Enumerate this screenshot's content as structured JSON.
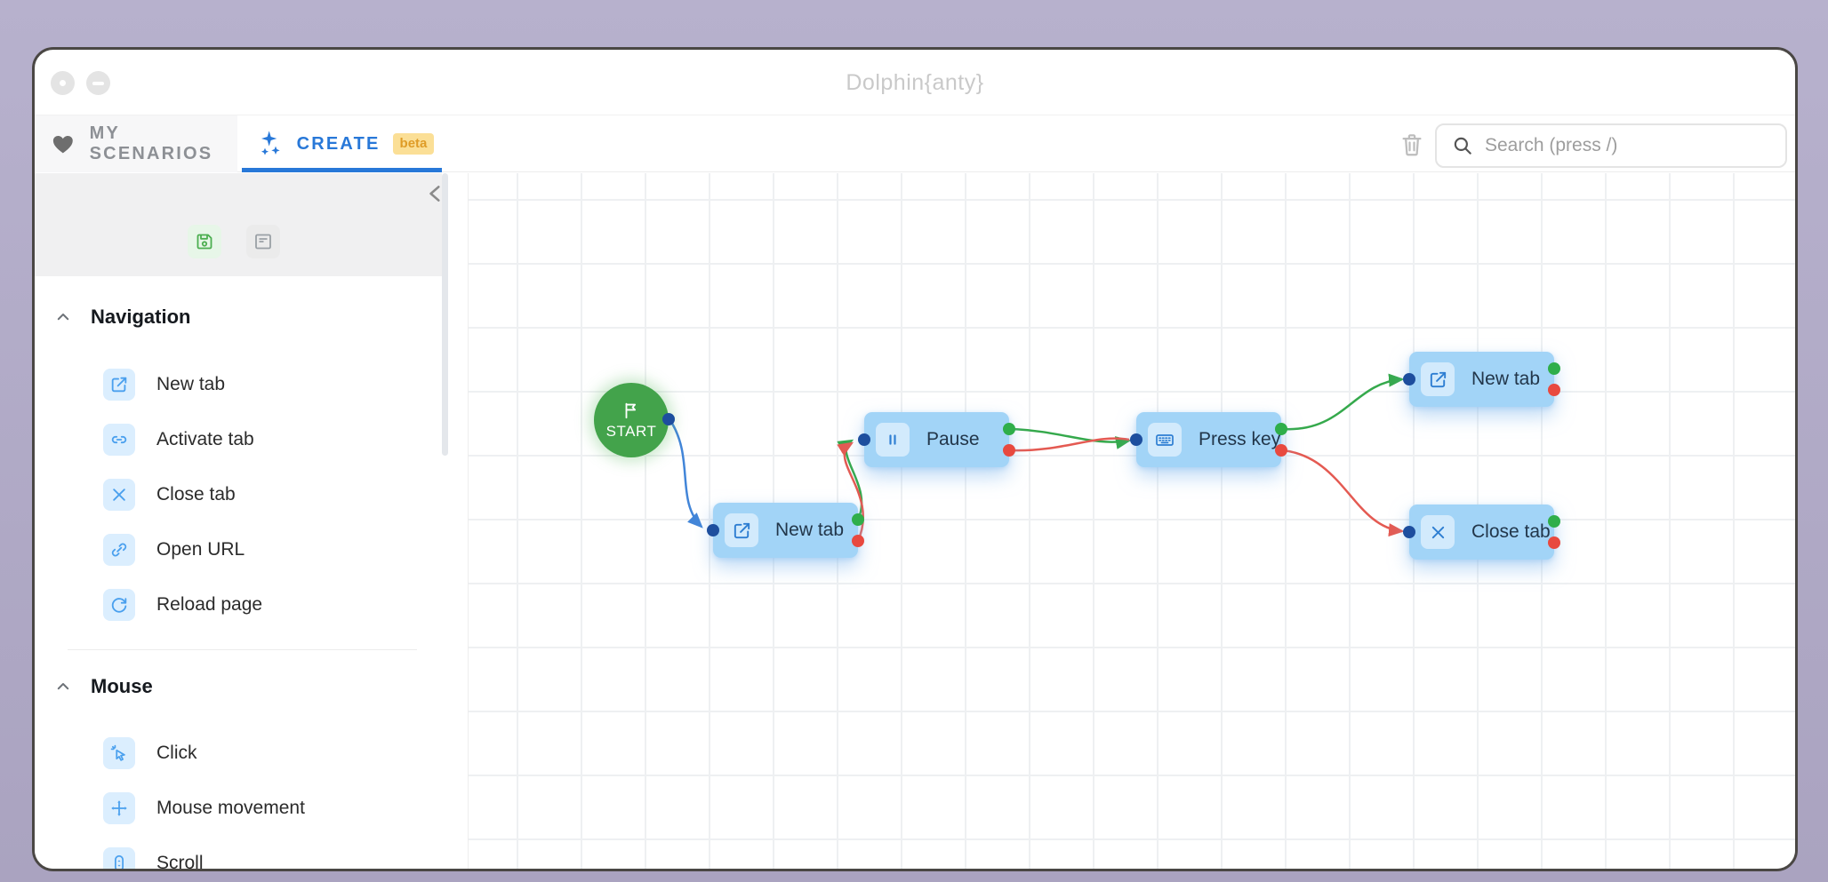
{
  "window": {
    "title": "Dolphin{anty}"
  },
  "tabs": {
    "my_scenarios": {
      "label": "MY SCENARIOS"
    },
    "create": {
      "label": "CREATE",
      "badge": "beta"
    }
  },
  "toolbar": {
    "search_placeholder": "Search (press /)"
  },
  "sidebar": {
    "sections": [
      {
        "title": "Navigation",
        "items": [
          {
            "label": "New tab",
            "icon": "new-tab-icon"
          },
          {
            "label": "Activate tab",
            "icon": "activate-tab-icon"
          },
          {
            "label": "Close tab",
            "icon": "close-tab-icon"
          },
          {
            "label": "Open URL",
            "icon": "open-url-icon"
          },
          {
            "label": "Reload page",
            "icon": "reload-icon"
          }
        ]
      },
      {
        "title": "Mouse",
        "items": [
          {
            "label": "Click",
            "icon": "click-icon"
          },
          {
            "label": "Mouse movement",
            "icon": "mouse-move-icon"
          },
          {
            "label": "Scroll",
            "icon": "scroll-icon"
          }
        ]
      }
    ]
  },
  "canvas": {
    "start": {
      "label": "START",
      "icon": "flag-icon"
    },
    "nodes": [
      {
        "label": "New tab",
        "icon": "new-tab-icon"
      },
      {
        "label": "Pause",
        "icon": "pause-icon"
      },
      {
        "label": "Press key",
        "icon": "keyboard-icon"
      },
      {
        "label": "New tab",
        "icon": "new-tab-icon"
      },
      {
        "label": "Close tab",
        "icon": "close-tab-icon"
      }
    ],
    "edges": [
      {
        "from": "start",
        "to": "new-tab-1",
        "color": "blue"
      },
      {
        "from": "new-tab-1-success",
        "to": "pause",
        "color": "green"
      },
      {
        "from": "new-tab-1-error",
        "to": "pause",
        "color": "red"
      },
      {
        "from": "pause-success",
        "to": "press-key",
        "color": "green"
      },
      {
        "from": "pause-error",
        "to": "press-key",
        "color": "red"
      },
      {
        "from": "press-key-success",
        "to": "new-tab-2",
        "color": "green"
      },
      {
        "from": "press-key-error",
        "to": "close-tab",
        "color": "red"
      }
    ]
  },
  "icons": {
    "heart-icon": "♥",
    "sparkles-icon": "✦",
    "search-icon": "⌕",
    "trash-icon": "🗑",
    "save-icon": "💾",
    "reader-icon": "▤",
    "collapse-left-icon": "‹",
    "section-caret-icon": "ᐱ",
    "new-tab-icon": "↗",
    "activate-tab-icon": "🔗",
    "close-tab-icon": "✕",
    "open-url-icon": "🔗",
    "reload-icon": "↻",
    "click-icon": "🖱",
    "mouse-move-icon": "✥",
    "scroll-icon": "🖱",
    "flag-icon": "⚑",
    "pause-icon": "❚❚",
    "keyboard-icon": "⌨",
    "window-dot-icon": "•",
    "window-minimize-icon": "—"
  },
  "colors": {
    "accent_blue": "#2878d8",
    "node_blue": "#a2d4f7",
    "start_green": "#43a34b",
    "port_green": "#2fae4a",
    "port_red": "#e8493f",
    "port_blue": "#1d4e9e",
    "edge_blue": "#4285d8",
    "edge_green": "#35a94c",
    "edge_red": "#e45a52",
    "beta_bg": "#fbdf96",
    "beta_text": "#df9c27",
    "desktop_bg": "#b1aac7"
  }
}
